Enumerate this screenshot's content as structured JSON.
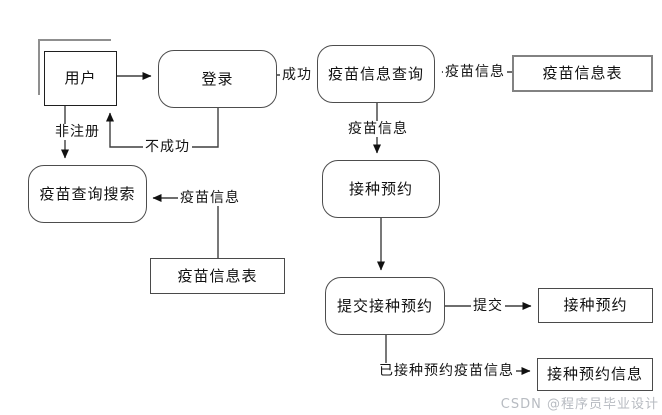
{
  "diagram": {
    "title_hint": "vaccine-appointment-data-flow-diagram",
    "nodes": {
      "user": {
        "label": "用户",
        "shape": "external-entity"
      },
      "login": {
        "label": "登录",
        "shape": "process"
      },
      "vaccine_info_query": {
        "label": "疫苗信息查询",
        "shape": "process"
      },
      "vaccine_info_table_top": {
        "label": "疫苗信息表",
        "shape": "data-store"
      },
      "vaccine_query_search": {
        "label": "疫苗查询搜索",
        "shape": "process"
      },
      "vaccine_info_table_mid": {
        "label": "疫苗信息表",
        "shape": "data-store"
      },
      "vaccination_appointment": {
        "label": "接种预约",
        "shape": "process"
      },
      "submit_vaccination_appointment": {
        "label": "提交接种预约",
        "shape": "process"
      },
      "vaccination_appointment_store": {
        "label": "接种预约",
        "shape": "data-store"
      },
      "vaccination_appointment_info_store": {
        "label": "接种预约信息",
        "shape": "data-store"
      }
    },
    "edge_labels": {
      "success": "成功",
      "unsuccessful": "不成功",
      "unregistered": "非注册",
      "vaccine_info_from_table": "疫苗信息",
      "vaccine_info_to_search": "疫苗信息",
      "vaccine_info_down": "疫苗信息",
      "submit": "提交",
      "vaccinated_appointment_vaccine_info": "已接种预约疫苗信息"
    },
    "watermark": "CSDN @程序员毕业设计",
    "colors": {
      "line": "#3f3f3f",
      "process_border": "#4d4d4d",
      "entity_border": "#1f1f1f",
      "store_border_gray": "#828282",
      "watermark": "#b7bbc1",
      "background": "#ffffff"
    }
  }
}
